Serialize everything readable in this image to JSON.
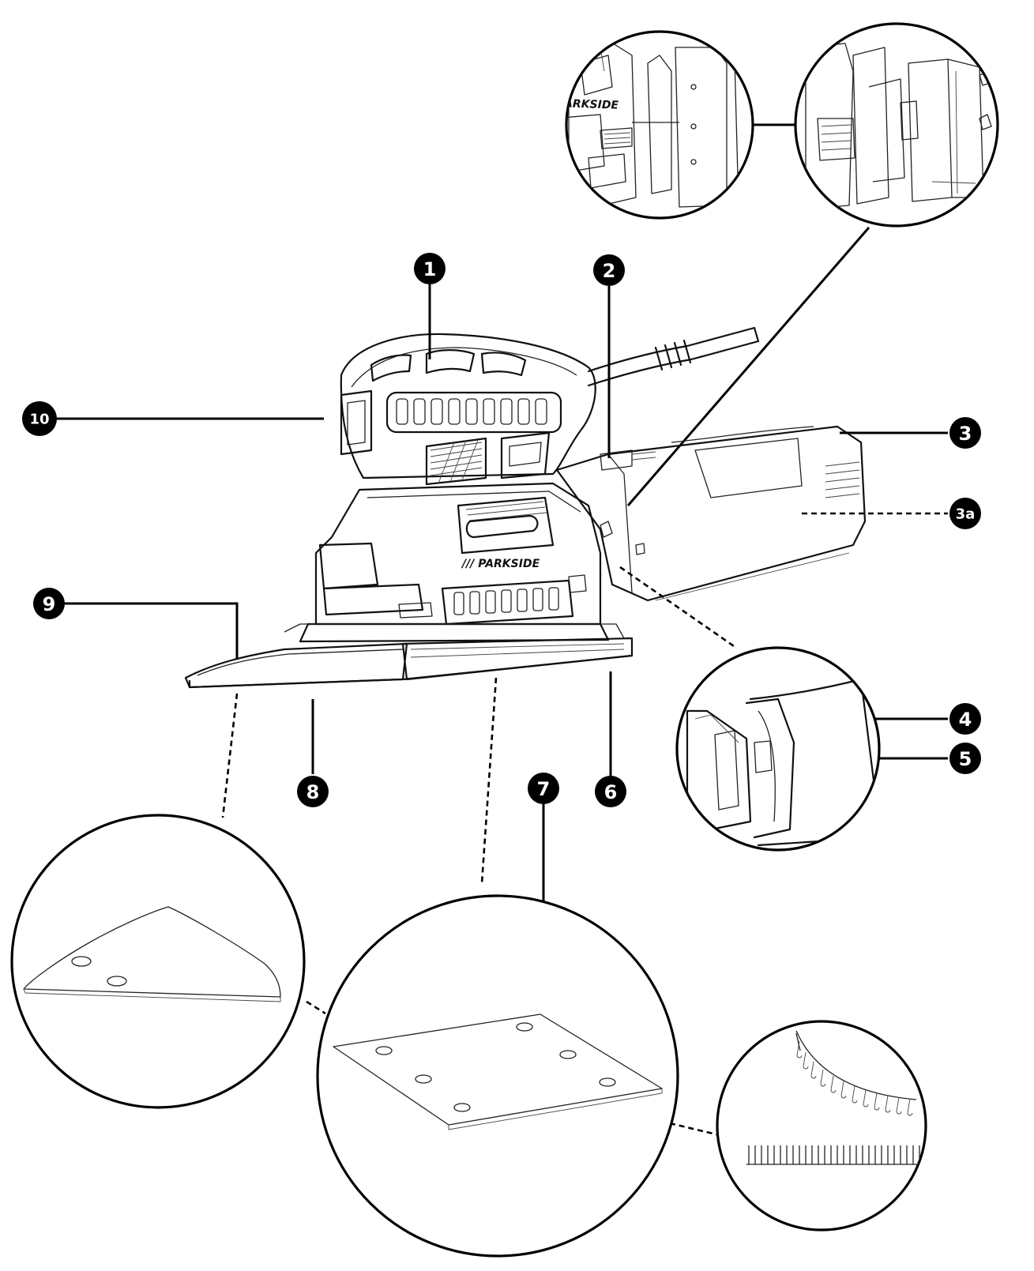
{
  "brand": {
    "main": "/// PARKSIDE",
    "inset": "PARKSIDE"
  },
  "callouts": [
    {
      "id": "1",
      "label": "1"
    },
    {
      "id": "2",
      "label": "2"
    },
    {
      "id": "3",
      "label": "3"
    },
    {
      "id": "3a",
      "label": "3a"
    },
    {
      "id": "4",
      "label": "4"
    },
    {
      "id": "5",
      "label": "5"
    },
    {
      "id": "6",
      "label": "6"
    },
    {
      "id": "7",
      "label": "7"
    },
    {
      "id": "8",
      "label": "8"
    },
    {
      "id": "9",
      "label": "9"
    },
    {
      "id": "10",
      "label": "10"
    }
  ]
}
